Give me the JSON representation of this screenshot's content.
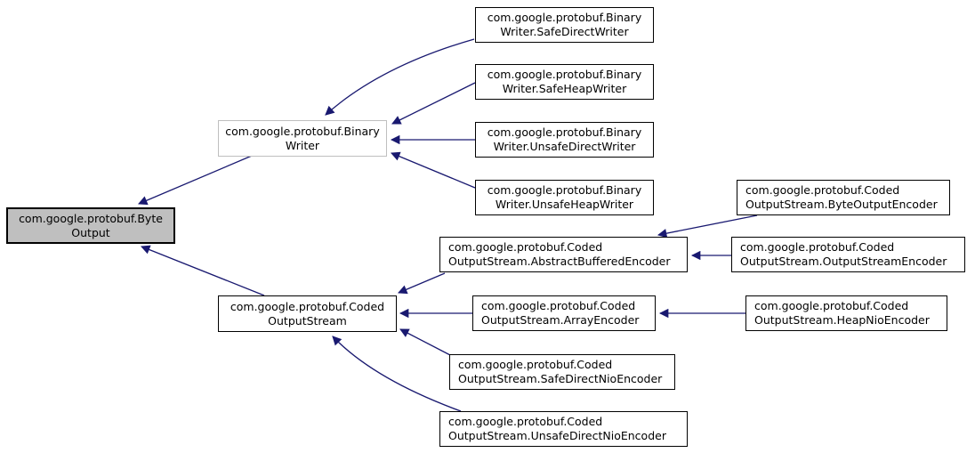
{
  "diagram": {
    "kind": "class-inheritance-graph",
    "colors": {
      "arrow": "#191970",
      "root_fill": "#bfbfbf",
      "box_border": "#000000",
      "undocumented_border": "#bfbfbf",
      "background": "#ffffff"
    },
    "nodes": {
      "byte_output": {
        "line1": "com.google.protobuf.Byte",
        "line2": "Output"
      },
      "binary_writer": {
        "line1": "com.google.protobuf.Binary",
        "line2": "Writer"
      },
      "coded_output_stream": {
        "line1": "com.google.protobuf.Coded",
        "line2": "OutputStream"
      },
      "safe_direct_writer": {
        "line1": "com.google.protobuf.Binary",
        "line2": "Writer.SafeDirectWriter"
      },
      "safe_heap_writer": {
        "line1": "com.google.protobuf.Binary",
        "line2": "Writer.SafeHeapWriter"
      },
      "unsafe_direct_writer": {
        "line1": "com.google.protobuf.Binary",
        "line2": "Writer.UnsafeDirectWriter"
      },
      "unsafe_heap_writer": {
        "line1": "com.google.protobuf.Binary",
        "line2": "Writer.UnsafeHeapWriter"
      },
      "abstract_buffered_encoder": {
        "line1": "com.google.protobuf.Coded",
        "line2": "OutputStream.AbstractBufferedEncoder"
      },
      "byte_output_encoder": {
        "line1": "com.google.protobuf.Coded",
        "line2": "OutputStream.ByteOutputEncoder"
      },
      "output_stream_encoder": {
        "line1": "com.google.protobuf.Coded",
        "line2": "OutputStream.OutputStreamEncoder"
      },
      "array_encoder": {
        "line1": "com.google.protobuf.Coded",
        "line2": "OutputStream.ArrayEncoder"
      },
      "heap_nio_encoder": {
        "line1": "com.google.protobuf.Coded",
        "line2": "OutputStream.HeapNioEncoder"
      },
      "safe_direct_nio_encoder": {
        "line1": "com.google.protobuf.Coded",
        "line2": "OutputStream.SafeDirectNioEncoder"
      },
      "unsafe_direct_nio_encoder": {
        "line1": "com.google.protobuf.Coded",
        "line2": "OutputStream.UnsafeDirectNioEncoder"
      }
    },
    "edges": [
      {
        "from": "binary_writer",
        "to": "byte_output"
      },
      {
        "from": "coded_output_stream",
        "to": "byte_output"
      },
      {
        "from": "safe_direct_writer",
        "to": "binary_writer"
      },
      {
        "from": "safe_heap_writer",
        "to": "binary_writer"
      },
      {
        "from": "unsafe_direct_writer",
        "to": "binary_writer"
      },
      {
        "from": "unsafe_heap_writer",
        "to": "binary_writer"
      },
      {
        "from": "abstract_buffered_encoder",
        "to": "coded_output_stream"
      },
      {
        "from": "array_encoder",
        "to": "coded_output_stream"
      },
      {
        "from": "safe_direct_nio_encoder",
        "to": "coded_output_stream"
      },
      {
        "from": "unsafe_direct_nio_encoder",
        "to": "coded_output_stream"
      },
      {
        "from": "byte_output_encoder",
        "to": "abstract_buffered_encoder"
      },
      {
        "from": "output_stream_encoder",
        "to": "abstract_buffered_encoder"
      },
      {
        "from": "heap_nio_encoder",
        "to": "array_encoder"
      }
    ]
  }
}
